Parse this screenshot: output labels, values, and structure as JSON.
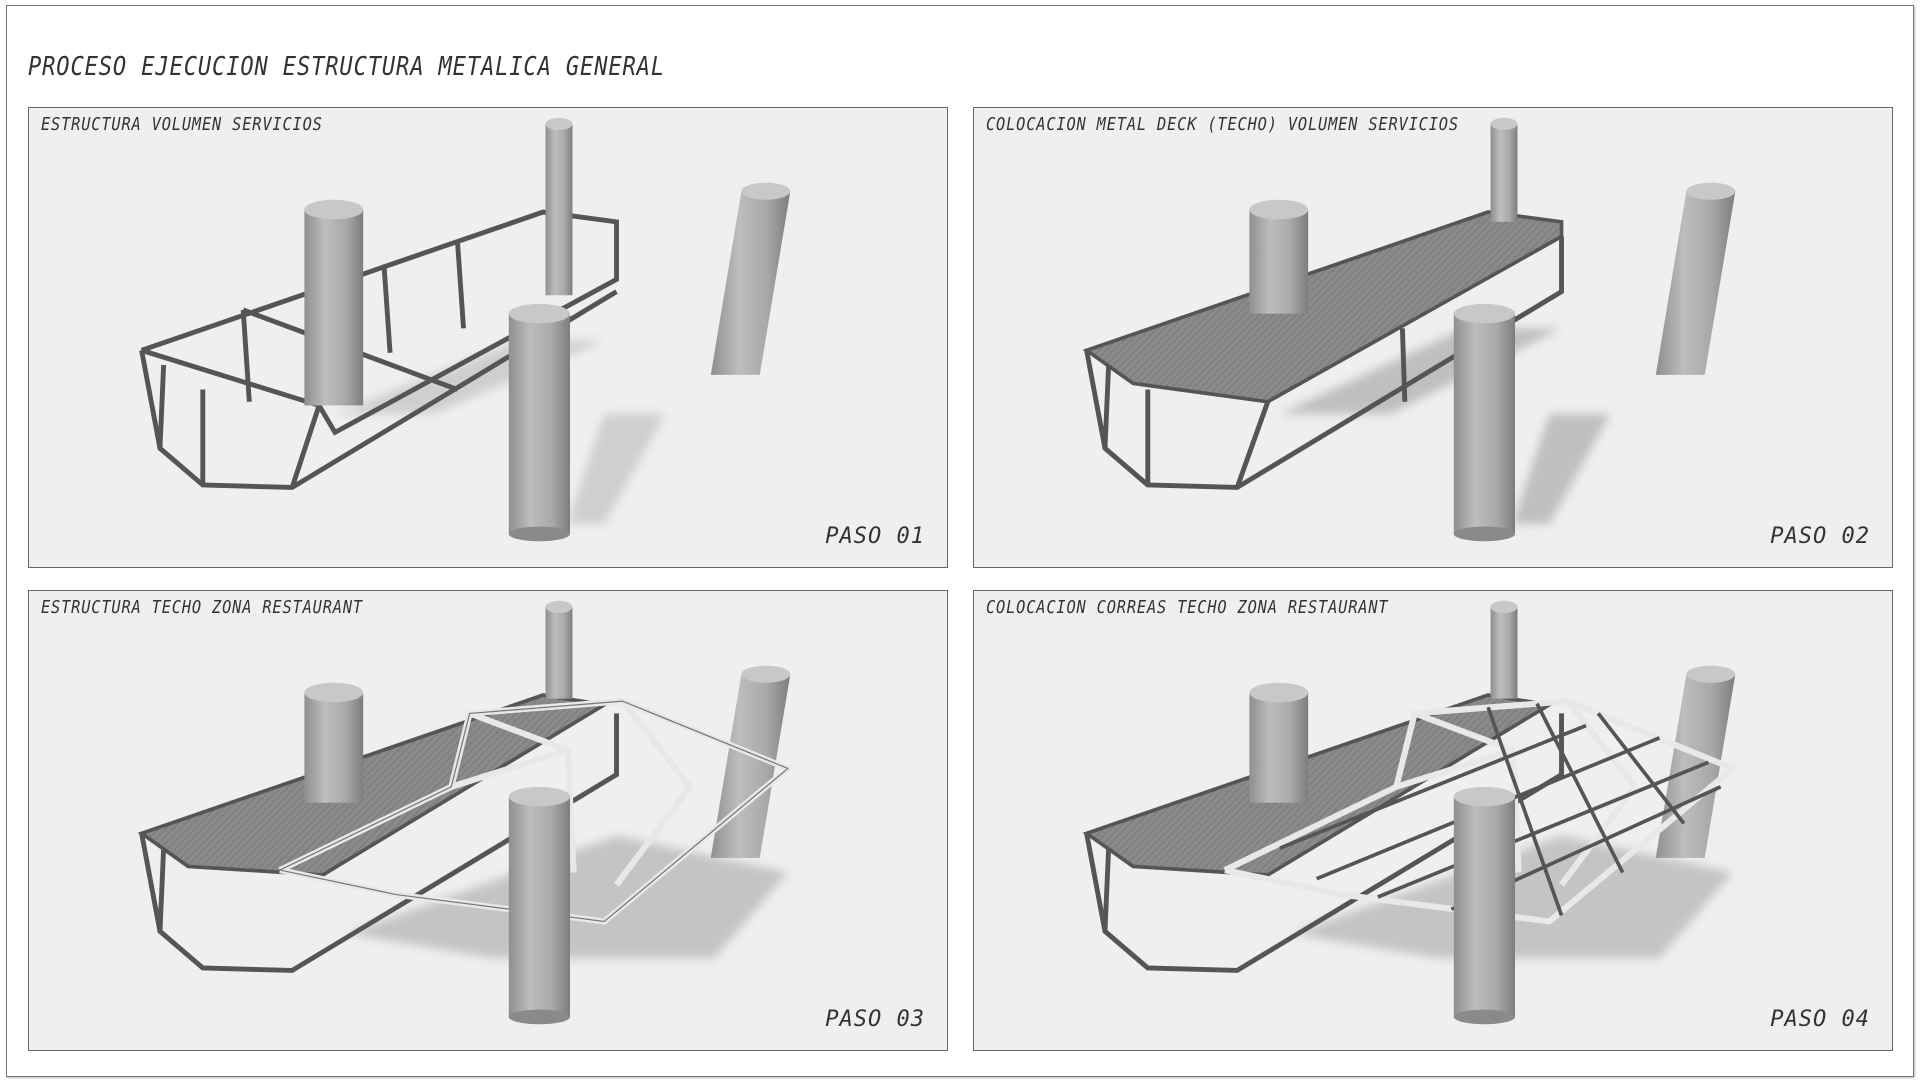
{
  "title": "PROCESO EJECUCION ESTRUCTURA METALICA GENERAL",
  "panels": [
    {
      "title": "ESTRUCTURA VOLUMEN SERVICIOS",
      "step": "PASO 01"
    },
    {
      "title": "COLOCACION METAL DECK (TECHO) VOLUMEN SERVICIOS",
      "step": "PASO 02"
    },
    {
      "title": "ESTRUCTURA TECHO ZONA RESTAURANT",
      "step": "PASO 03"
    },
    {
      "title": "COLOCACION CORREAS TECHO ZONA RESTAURANT",
      "step": "PASO 04"
    }
  ]
}
